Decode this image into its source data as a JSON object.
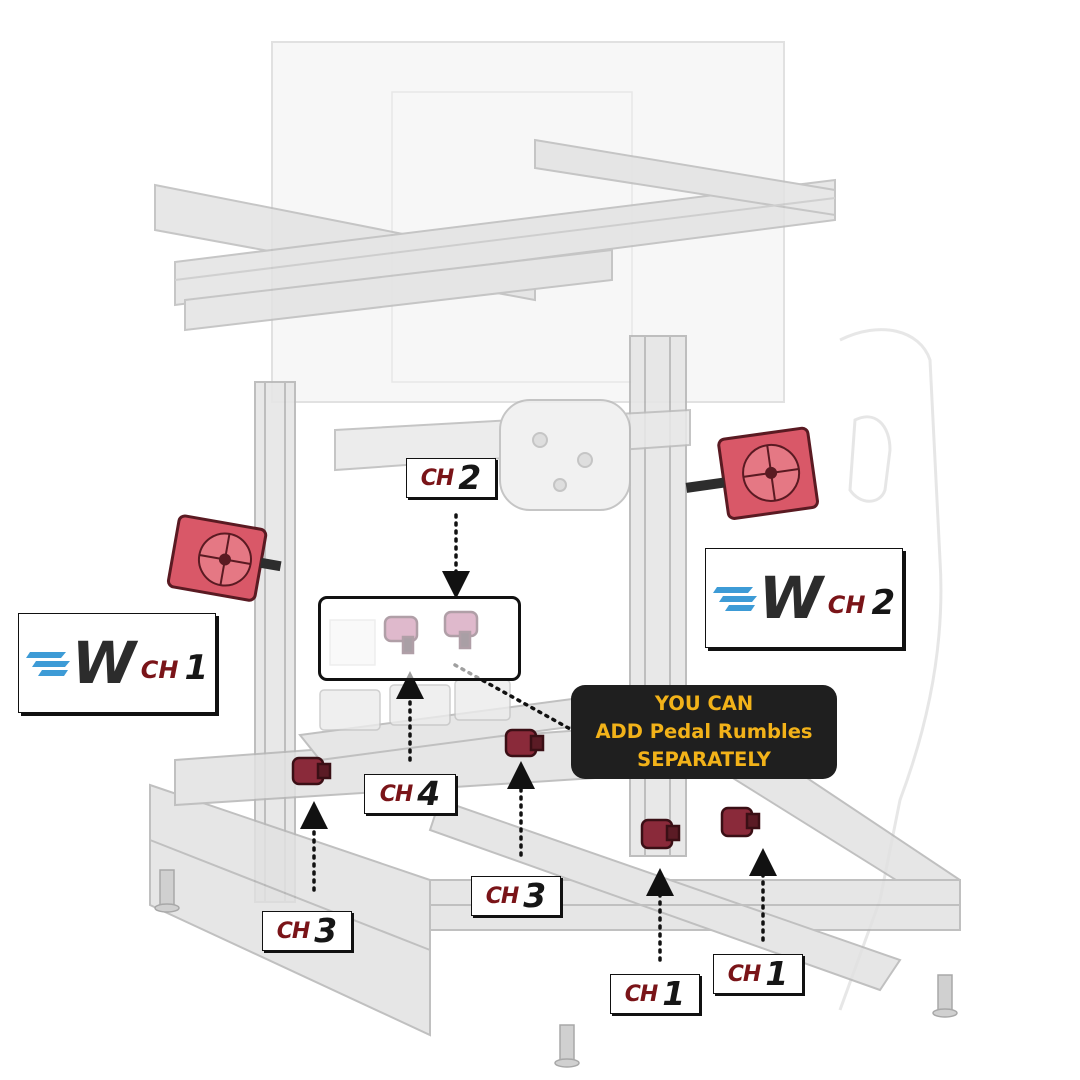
{
  "callout": {
    "line1": "YOU CAN",
    "line2": "ADD Pedal Rumbles",
    "line3": "SEPARATELY"
  },
  "wind_labels": [
    {
      "prefix": "CH",
      "number": "1"
    },
    {
      "prefix": "CH",
      "number": "2"
    }
  ],
  "channel_labels": [
    {
      "prefix": "CH",
      "number": "2"
    },
    {
      "prefix": "CH",
      "number": "4"
    },
    {
      "prefix": "CH",
      "number": "3"
    },
    {
      "prefix": "CH",
      "number": "3"
    },
    {
      "prefix": "CH",
      "number": "1"
    },
    {
      "prefix": "CH",
      "number": "1"
    }
  ],
  "colors": {
    "accent_red": "#7a1418",
    "callout_bg": "#1f1f1f",
    "callout_text": "#f2b219",
    "brand_blue": "#3d9bd6",
    "fan_pink": "#d95868"
  }
}
